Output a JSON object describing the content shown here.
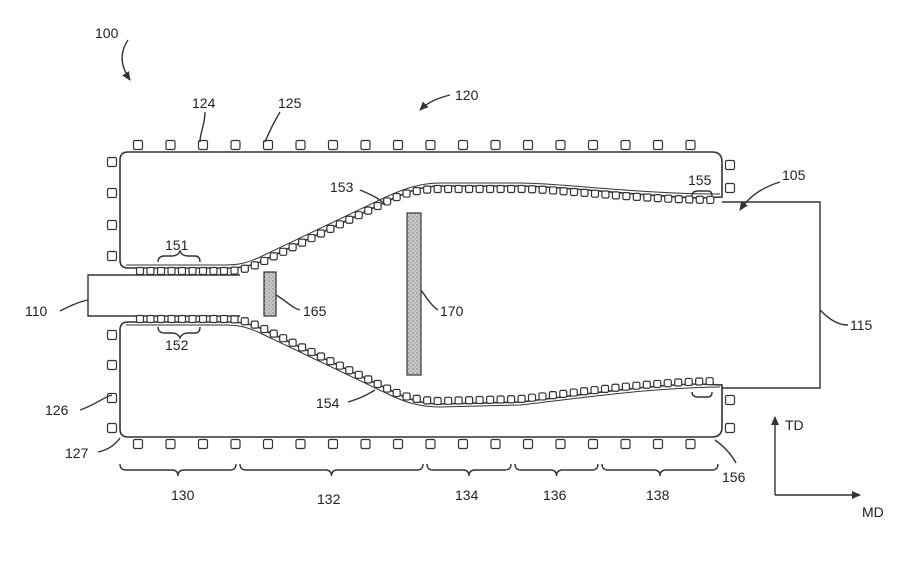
{
  "labels": {
    "apparatus": "100",
    "clip_top": "124",
    "rail_top": "125",
    "tenter": "120",
    "upper_rail_curve": "153",
    "upper_release": "155",
    "stretched_film": "105",
    "upper_entry": "151",
    "input_film": "110",
    "heater_small": "165",
    "heater_large": "170",
    "output_film": "115",
    "lower_entry": "152",
    "lower_rail_curve": "154",
    "clip_side": "126",
    "rail_corner": "127",
    "lower_release": "156",
    "zone_preheat": "130",
    "zone_stretch": "132",
    "zone_134": "134",
    "zone_136": "136",
    "zone_138": "138",
    "axis_td": "TD",
    "axis_md": "MD"
  },
  "colors": {
    "line": "#333333",
    "heater_fill": "#bdbdbd"
  }
}
